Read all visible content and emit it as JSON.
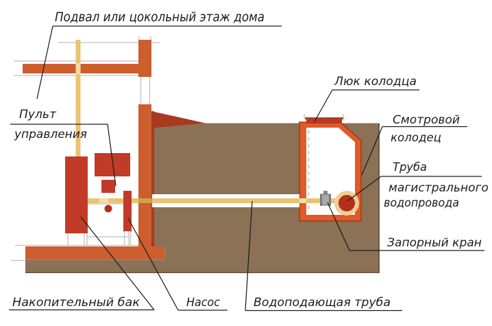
{
  "figure": {
    "type": "cross-section-diagram",
    "subject": "water supply from inspection well to house basement",
    "title": "Подвал или цокольный этаж дома",
    "callouts": {
      "basement": {
        "text": "Подвал или цокольный этаж дома"
      },
      "control_panel": {
        "line1": "Пульт",
        "line2": "управления"
      },
      "well_hatch": {
        "text": "Люк колодца"
      },
      "inspection_well": {
        "line1": "Смотровой",
        "line2": "колодец"
      },
      "main_pipe": {
        "line1": "Труба",
        "line2": "магистрального",
        "line3": "водопровода"
      },
      "shutoff_valve": {
        "text": "Запорный кран"
      },
      "storage_tank": {
        "text": "Накопительный бак"
      },
      "pump": {
        "text": "Насос"
      },
      "supply_pipe": {
        "text": "Водоподающая труба"
      }
    },
    "colors": {
      "house_orange": "#cd5e2e",
      "well_orange": "#e05a2a",
      "equipment_red": "#c23b28",
      "accent_dark_red": "#a83a1f",
      "hatch_red": "#b23c26",
      "earth_brown": "#8b7155",
      "pipe_yellow": "#e9c473",
      "pipe_highlight": "#f3dea6",
      "pipe_shade": "#d0a149",
      "main_pipe_ring": "#ecd193",
      "main_pipe_core": "#b5301b",
      "construction_gray": "#bfbfbf",
      "label_ink": "#1c1c1c"
    }
  }
}
